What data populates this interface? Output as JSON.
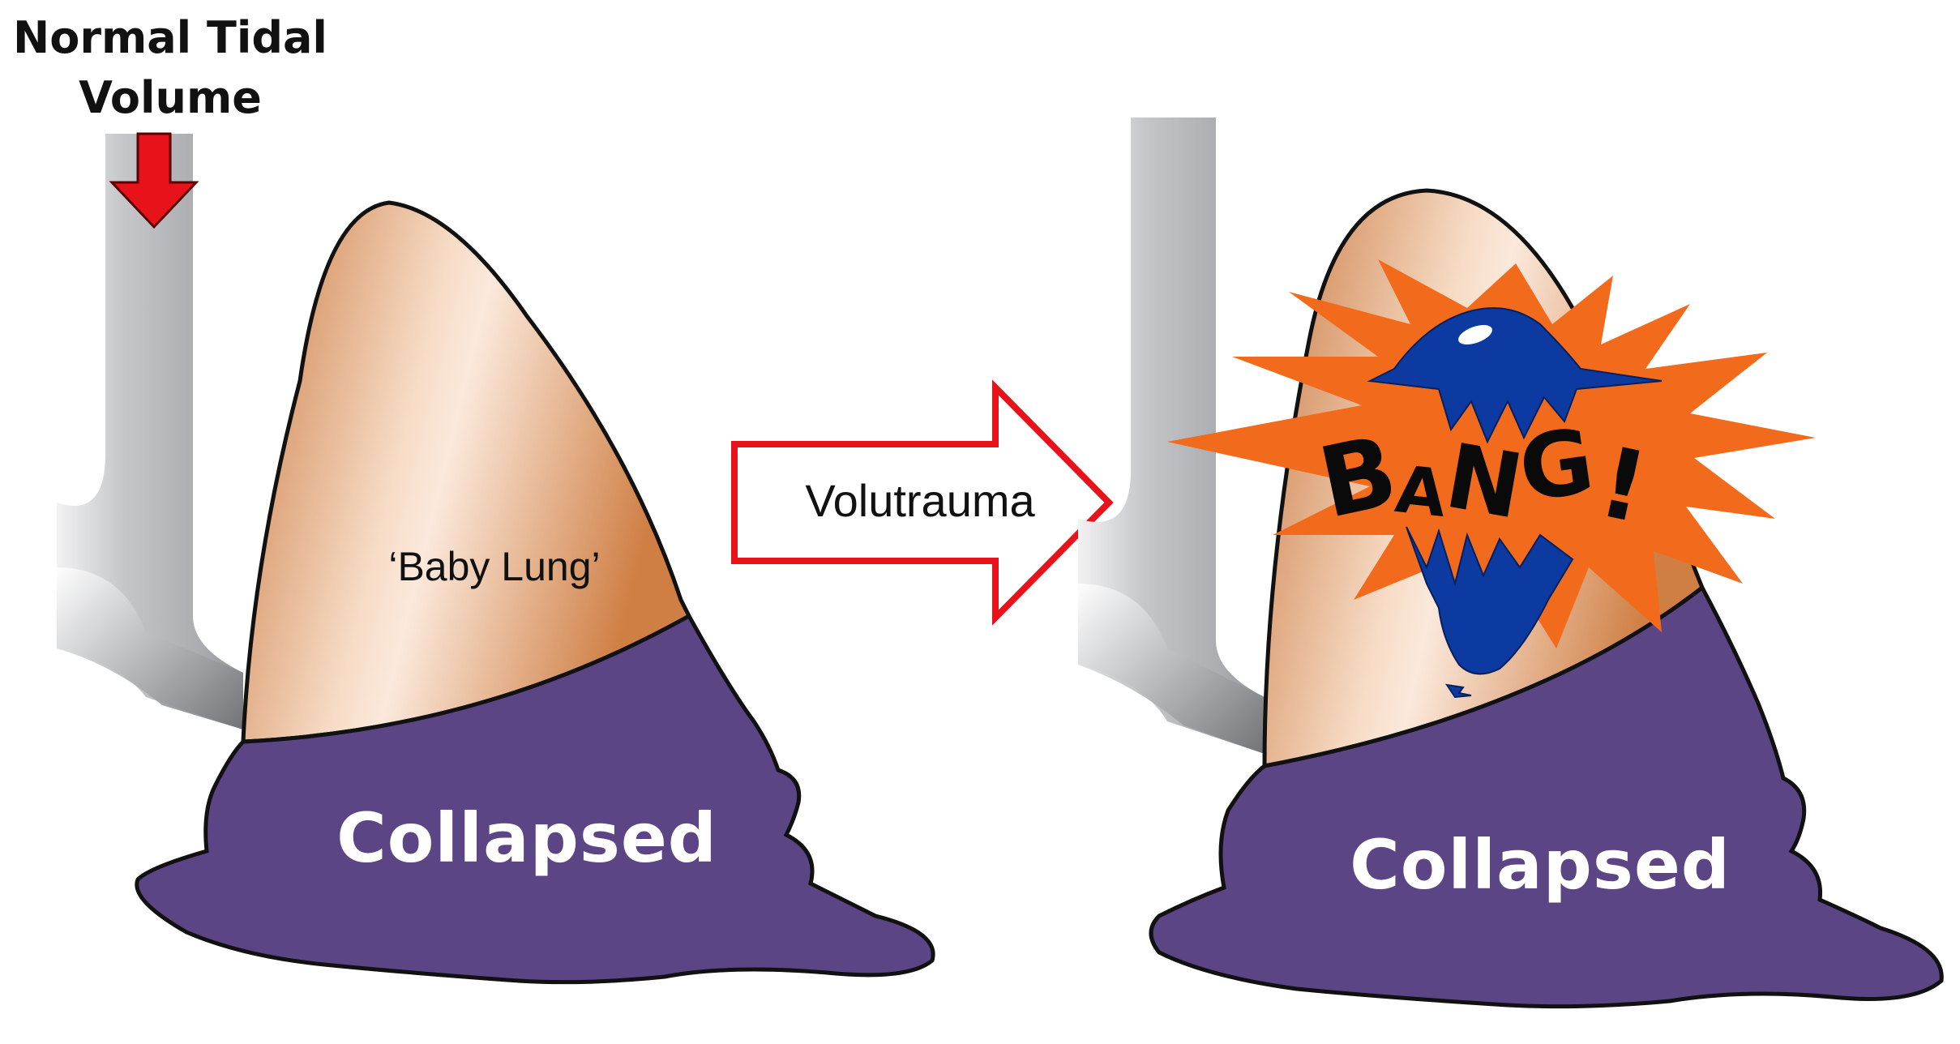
{
  "left_panel": {
    "title_lines": [
      "Normal Tidal",
      "Volume"
    ],
    "lung_label": "‘Baby Lung’",
    "collapsed_label": "Collapsed"
  },
  "transition": {
    "label": "Volutrauma"
  },
  "right_panel": {
    "burst_text": "BANG!",
    "collapsed_label": "Collapsed"
  },
  "colors": {
    "aerated_lung": "#D4874E",
    "collapsed_lung": "#5B4585",
    "airway": "#C8C9CC",
    "arrow_red": "#E8131A",
    "burst_orange": "#F26A1B",
    "balloon_blue": "#0D3AA0"
  },
  "icons": [
    "down-arrow-icon",
    "right-arrow-icon",
    "burst-icon",
    "popped-balloon-icon"
  ]
}
